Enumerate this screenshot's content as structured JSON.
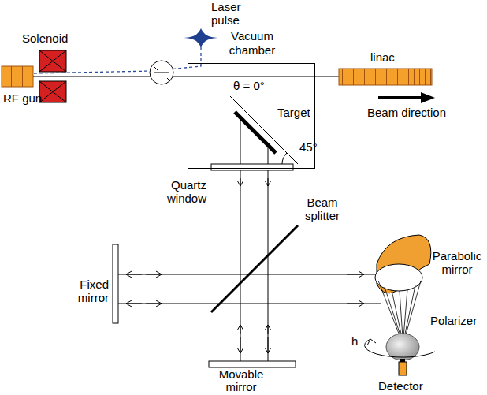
{
  "diagram": {
    "nodes": [
      {
        "text": [
          "Vacuum chamber"
        ]
      }
    ],
    "labels": [
      "Laser pulse",
      "Solenoid",
      "RF gun",
      "θ = 0°",
      "Target",
      "45°",
      "linac",
      "Beam direction",
      "Quartz window",
      "Beam splitter",
      "Fixed mirror",
      "Parabolic mirror",
      "Polarizer",
      "h",
      "Detector",
      "Movable mirror"
    ]
  }
}
